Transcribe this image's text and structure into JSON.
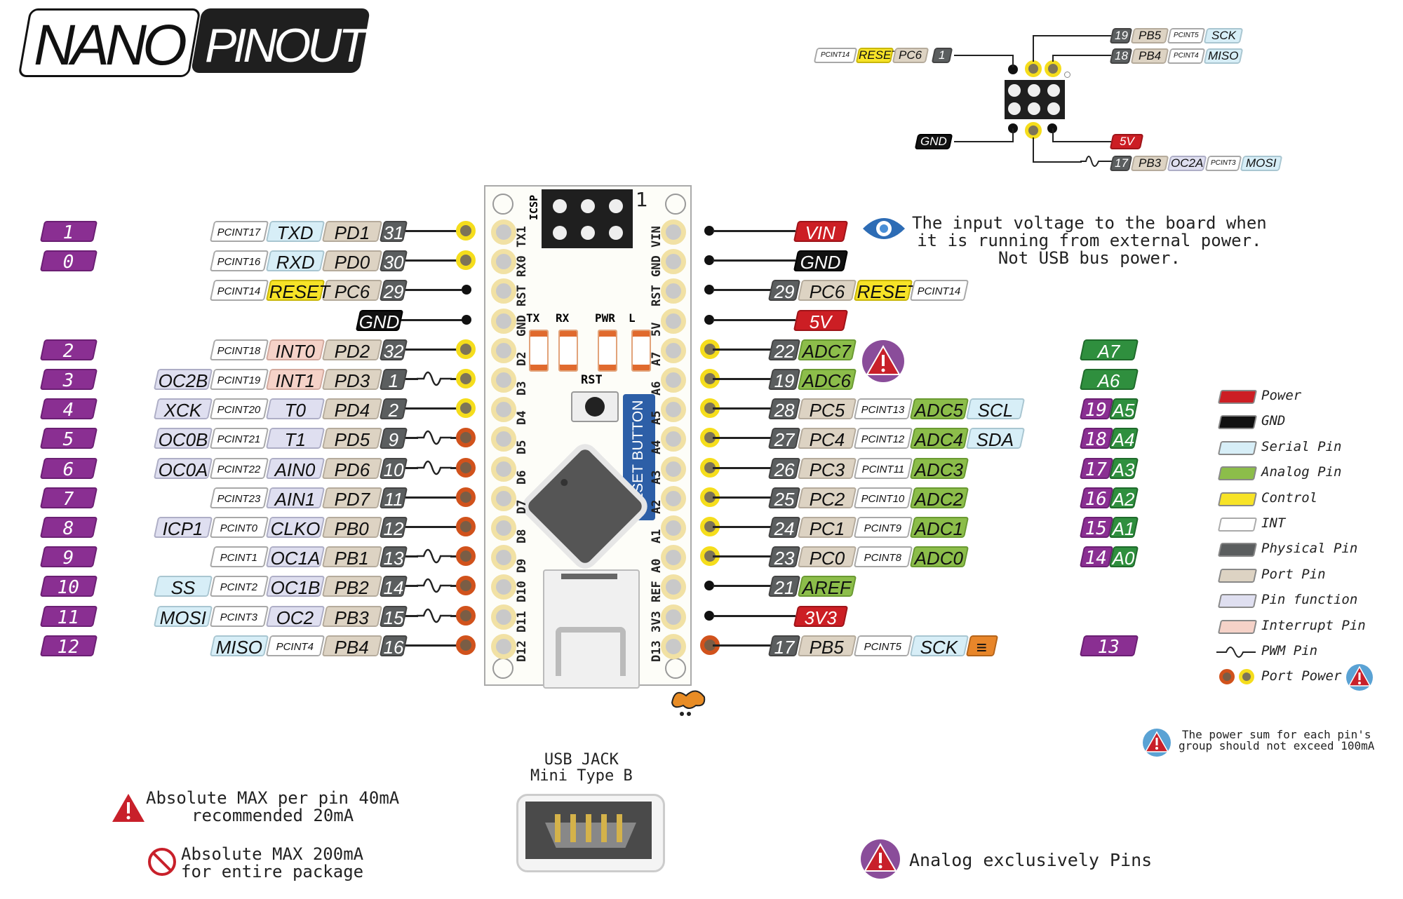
{
  "title": {
    "left": "NANO",
    "right": "PINOUT"
  },
  "icsp": {
    "label": "ICSP",
    "pin1_marker": "1",
    "top_left": {
      "interrupt": "PCINT14",
      "control": "RESET",
      "port": "PC6",
      "phys": "1"
    },
    "top_right": [
      {
        "phys": "19",
        "port": "PB5",
        "interrupt": "PCINT5",
        "serial": "SCK"
      },
      {
        "phys": "18",
        "port": "PB4",
        "interrupt": "PCINT4",
        "serial": "MISO"
      }
    ],
    "bottom_left": {
      "gnd": "GND"
    },
    "bottom_right": [
      {
        "power": "5V"
      },
      {
        "phys": "17",
        "port": "PB3",
        "func": "OC2A",
        "interrupt": "PCINT3",
        "serial": "MOSI",
        "pwm": true
      }
    ]
  },
  "left_pins": [
    {
      "arduino": "1",
      "extra": "",
      "interrupt": "PCINT17",
      "func": "TXD",
      "func_type": "serial",
      "port": "PD1",
      "phys": "31",
      "pwm": false,
      "pad": "yellow",
      "board": "TX1"
    },
    {
      "arduino": "0",
      "extra": "",
      "interrupt": "PCINT16",
      "func": "RXD",
      "func_type": "serial",
      "port": "PD0",
      "phys": "30",
      "pwm": false,
      "pad": "yellow",
      "board": "RX0"
    },
    {
      "arduino": "",
      "extra": "",
      "interrupt": "PCINT14",
      "func": "RESET",
      "func_type": "control",
      "port": "PC6",
      "phys": "29",
      "pwm": false,
      "pad": "dot",
      "board": "RST"
    },
    {
      "arduino": "",
      "gnd": "GND",
      "pad": "dot",
      "board": "GND"
    },
    {
      "arduino": "2",
      "extra": "",
      "interrupt": "PCINT18",
      "func": "INT0",
      "func_type": "interrupt",
      "port": "PD2",
      "phys": "32",
      "pwm": false,
      "pad": "yellow",
      "board": "D2"
    },
    {
      "arduino": "3",
      "extra": "OC2B",
      "interrupt": "PCINT19",
      "func": "INT1",
      "func_type": "interrupt",
      "port": "PD3",
      "phys": "1",
      "pwm": true,
      "pad": "yellow",
      "board": "D3"
    },
    {
      "arduino": "4",
      "extra": "XCK",
      "interrupt": "PCINT20",
      "func": "T0",
      "func_type": "function",
      "port": "PD4",
      "phys": "2",
      "pwm": false,
      "pad": "yellow",
      "board": "D4"
    },
    {
      "arduino": "5",
      "extra": "OC0B",
      "interrupt": "PCINT21",
      "func": "T1",
      "func_type": "function",
      "port": "PD5",
      "phys": "9",
      "pwm": true,
      "pad": "orange",
      "board": "D5"
    },
    {
      "arduino": "6",
      "extra": "OC0A",
      "interrupt": "PCINT22",
      "func": "AIN0",
      "func_type": "function",
      "port": "PD6",
      "phys": "10",
      "pwm": true,
      "pad": "orange",
      "board": "D6"
    },
    {
      "arduino": "7",
      "extra": "",
      "interrupt": "PCINT23",
      "func": "AIN1",
      "func_type": "function",
      "port": "PD7",
      "phys": "11",
      "pwm": false,
      "pad": "orange",
      "board": "D7"
    },
    {
      "arduino": "8",
      "extra": "ICP1",
      "interrupt": "PCINT0",
      "func": "CLKO",
      "func_type": "function",
      "port": "PB0",
      "phys": "12",
      "pwm": false,
      "pad": "orange",
      "board": "D8"
    },
    {
      "arduino": "9",
      "extra": "",
      "interrupt": "PCINT1",
      "func": "OC1A",
      "func_type": "function",
      "port": "PB1",
      "phys": "13",
      "pwm": true,
      "pad": "orange",
      "board": "D9"
    },
    {
      "arduino": "10",
      "extra": "SS",
      "extra_type": "serial",
      "interrupt": "PCINT2",
      "func": "OC1B",
      "func_type": "function",
      "port": "PB2",
      "phys": "14",
      "pwm": true,
      "pad": "orange",
      "board": "D10"
    },
    {
      "arduino": "11",
      "extra": "MOSI",
      "extra_type": "serial",
      "interrupt": "PCINT3",
      "func": "OC2",
      "func_type": "function",
      "port": "PB3",
      "phys": "15",
      "pwm": true,
      "pad": "orange",
      "board": "D11"
    },
    {
      "arduino": "12",
      "extra": "MISO",
      "extra_type": "serial",
      "interrupt": "PCINT4",
      "func": "",
      "port": "PB4",
      "phys": "16",
      "pwm": false,
      "pad": "orange",
      "board": "D12",
      "swap": true
    }
  ],
  "right_pins": [
    {
      "board": "VIN",
      "power": "VIN",
      "pad": "dot"
    },
    {
      "board": "GND",
      "gnd": "GND",
      "pad": "dot"
    },
    {
      "board": "RST",
      "phys": "29",
      "port": "PC6",
      "control": "RESET",
      "interrupt": "PCINT14",
      "pad": "dot"
    },
    {
      "board": "5V",
      "power": "5V",
      "pad": "dot"
    },
    {
      "board": "A7",
      "phys": "22",
      "analog": "ADC7",
      "pad": "yellow",
      "arduino_a": "A7"
    },
    {
      "board": "A6",
      "phys": "19",
      "analog": "ADC6",
      "pad": "yellow",
      "arduino_a": "A6"
    },
    {
      "board": "A5",
      "phys": "28",
      "port": "PC5",
      "interrupt": "PCINT13",
      "analog": "ADC5",
      "serial": "SCL",
      "pad": "yellow",
      "arduino_d": "19",
      "arduino_a": "A5"
    },
    {
      "board": "A4",
      "phys": "27",
      "port": "PC4",
      "interrupt": "PCINT12",
      "analog": "ADC4",
      "serial": "SDA",
      "pad": "yellow",
      "arduino_d": "18",
      "arduino_a": "A4"
    },
    {
      "board": "A3",
      "phys": "26",
      "port": "PC3",
      "interrupt": "PCINT11",
      "analog": "ADC3",
      "pad": "yellow",
      "arduino_d": "17",
      "arduino_a": "A3"
    },
    {
      "board": "A2",
      "phys": "25",
      "port": "PC2",
      "interrupt": "PCINT10",
      "analog": "ADC2",
      "pad": "yellow",
      "arduino_d": "16",
      "arduino_a": "A2"
    },
    {
      "board": "A1",
      "phys": "24",
      "port": "PC1",
      "interrupt": "PCINT9",
      "analog": "ADC1",
      "pad": "yellow",
      "arduino_d": "15",
      "arduino_a": "A1"
    },
    {
      "board": "A0",
      "phys": "23",
      "port": "PC0",
      "interrupt": "PCINT8",
      "analog": "ADC0",
      "pad": "yellow",
      "arduino_d": "14",
      "arduino_a": "A0"
    },
    {
      "board": "REF",
      "phys": "21",
      "analog": "AREF",
      "pad": "dot"
    },
    {
      "board": "3V3",
      "power": "3V3",
      "pad": "dot"
    },
    {
      "board": "D13",
      "phys": "17",
      "port": "PB5",
      "interrupt": "PCINT5",
      "serial": "SCK",
      "pad": "orange",
      "arduino_d": "13",
      "led": true
    }
  ],
  "board": {
    "leds": [
      "TX",
      "RX",
      "PWR",
      "L"
    ],
    "rst_label": "RST",
    "reset_button_label": "RESET BUTTON"
  },
  "vin_note": "The input voltage to the board when\nit is running from external power.\nNot USB bus power.",
  "legend": [
    {
      "label": "Power",
      "color": "#cc1e24"
    },
    {
      "label": "GND",
      "color": "#111111"
    },
    {
      "label": "Serial Pin",
      "color": "#d7eef7"
    },
    {
      "label": "Analog Pin",
      "color": "#8cbd4a"
    },
    {
      "label": "Control",
      "color": "#f7e327"
    },
    {
      "label": "INT",
      "color": "#ffffff"
    },
    {
      "label": "Physical Pin",
      "color": "#5b5e5f"
    },
    {
      "label": "Port Pin",
      "color": "#ddd3c3"
    },
    {
      "label": "Pin function",
      "color": "#dfdff0"
    },
    {
      "label": "Interrupt Pin",
      "color": "#f5d2c8"
    },
    {
      "label": "PWM Pin",
      "symbol": "pwm-wave"
    },
    {
      "label": "Port Power",
      "symbol": "port-pads"
    }
  ],
  "notes": {
    "power_sum": "The power sum for each pin's\ngroup should not exceed 100mA",
    "max_per_pin": "Absolute MAX per pin 40mA\nrecommended 20mA",
    "max_package": "Absolute MAX 200mA\nfor entire package",
    "usb_jack": "USB JACK\nMini Type B",
    "analog_only": "Analog exclusively Pins"
  }
}
